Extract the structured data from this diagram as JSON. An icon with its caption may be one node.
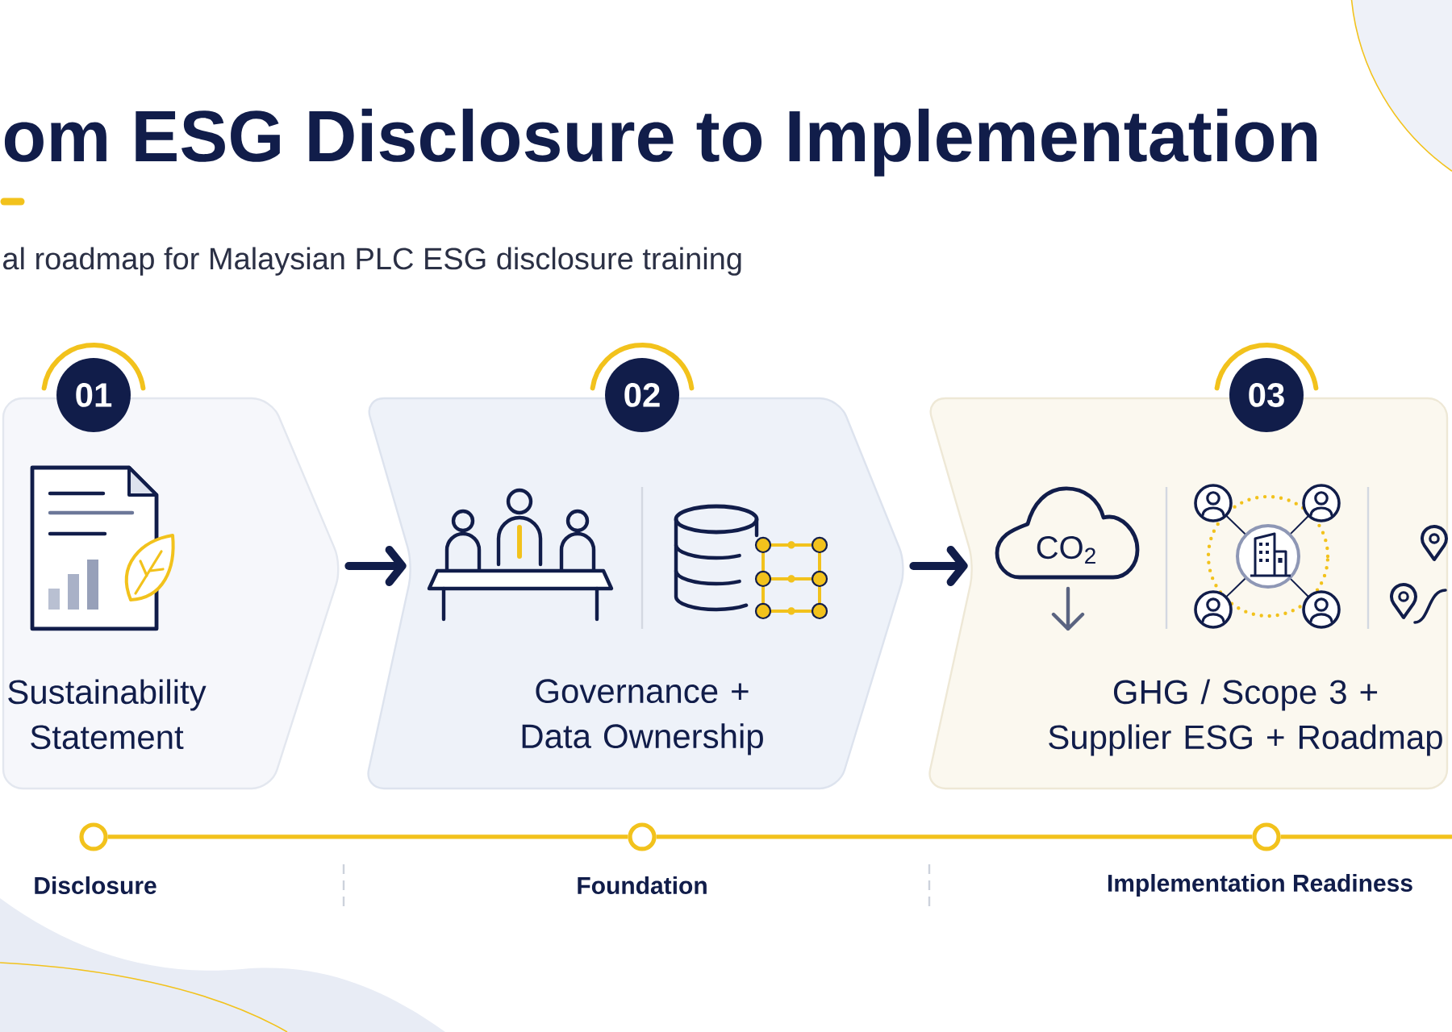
{
  "diagram": {
    "title": "om ESG Disclosure to Implementation",
    "nodes": [
      {
        "text": [
          "01"
        ]
      },
      {
        "text": [
          "Sustainability Statement"
        ]
      },
      {
        "text": [
          "02"
        ]
      },
      {
        "text": [
          "Governance + Data Ownership"
        ]
      },
      {
        "text": [
          "03"
        ]
      },
      {
        "text": [
          "GHG / Scope 3 + Supplier ESG + Roadmap"
        ]
      },
      {
        "text": [],
        "shape": "circle",
        "beside": [
          "Disclosure"
        ]
      },
      {
        "text": [],
        "shape": "circle",
        "beside": [
          "Foundation"
        ]
      },
      {
        "text": [],
        "shape": "circle",
        "beside": [
          "Implementation Readiness"
        ]
      }
    ],
    "edges": [
      {
        "from": 1,
        "to": 3,
        "arrow": "to",
        "style": "thick",
        "color": "#111d4a"
      },
      {
        "from": 3,
        "to": 5,
        "arrow": "to",
        "style": "thick",
        "color": "#111d4a"
      },
      {
        "from": 6,
        "to": 7,
        "arrow": "none"
      },
      {
        "from": 7,
        "to": 8,
        "arrow": "none"
      },
      {
        "from": 8,
        "to": null,
        "arrow": "none"
      }
    ],
    "labels": [
      "al roadmap for Malaysian PLC ESG disclosure training",
      "CO$_{2}$"
    ]
  }
}
